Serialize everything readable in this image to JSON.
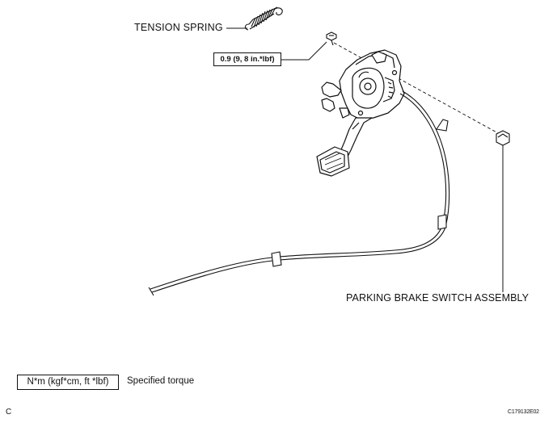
{
  "labels": {
    "tension_spring": "TENSION SPRING",
    "torque_spec": "0.9 (9, 8 in.*lbf)",
    "parking_brake_switch": "PARKING BRAKE SWITCH ASSEMBLY"
  },
  "legend": {
    "unit_box": "N*m (kgf*cm, ft *lbf)",
    "description": "Specified torque"
  },
  "corner_letter": "C",
  "figure_code": "C179132E02",
  "colors": {
    "line": "#111111",
    "background": "#ffffff"
  }
}
